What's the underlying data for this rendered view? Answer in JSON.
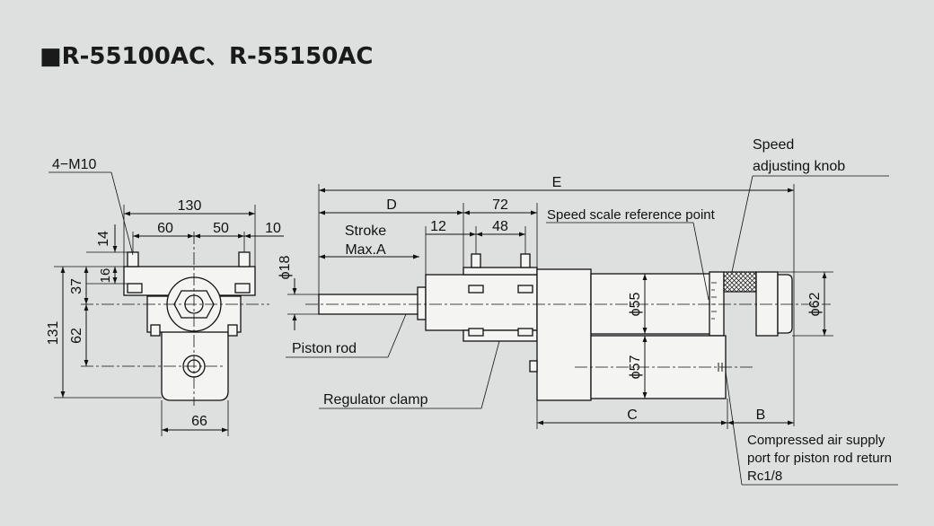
{
  "title": "■R-55100AC、R-55150AC",
  "labels": {
    "m10": "4−M10",
    "speed_knob_1": "Speed",
    "speed_knob_2": "adjusting knob",
    "stroke_1": "Stroke",
    "stroke_2": "Max.A",
    "ref_point": "Speed scale reference point",
    "piston_rod": "Piston rod",
    "regulator_clamp": "Regulator clamp",
    "air_1": "Compressed air supply",
    "air_2": "port for piston rod return",
    "air_3": "Rc1/8"
  },
  "dimensions": {
    "d130": "130",
    "d60": "60",
    "d50": "50",
    "d10": "10",
    "d14": "14",
    "d16": "16",
    "d37": "37",
    "d62": "62",
    "d131": "131",
    "d66": "66",
    "d18": "ϕ18",
    "D": "D",
    "E": "E",
    "d72": "72",
    "d12": "12",
    "d48": "48",
    "d55": "ϕ55",
    "d57": "ϕ57",
    "d62dia": "ϕ62",
    "C": "C",
    "B": "B"
  }
}
